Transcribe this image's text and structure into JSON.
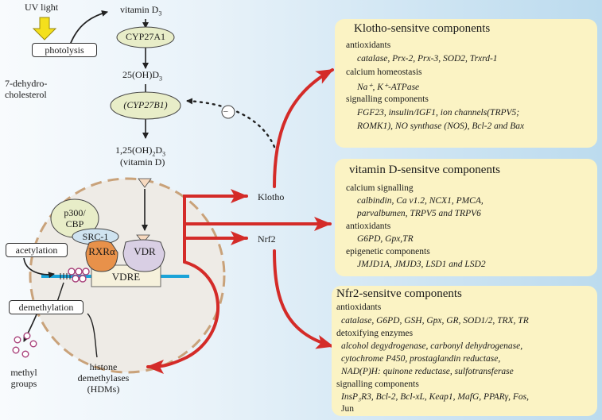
{
  "pathway": {
    "uv": "UV light",
    "photolysis": "photolysis",
    "precursor_1": "7-dehydro-",
    "precursor_2": "cholesterol",
    "vitd3": "vitamin D",
    "vitd3_sub": "3",
    "cyp27a1": "CYP27A1",
    "oh25_a": "25(OH)D",
    "oh25_sub": "3",
    "cyp27b1": "(CYP27B1)",
    "calcitriol_a": "1,25(OH)",
    "calcitriol_sub1": "2",
    "calcitriol_b": "D",
    "calcitriol_sub2": "3",
    "calcitriol_2": "(vitamin D)",
    "feedback": "–"
  },
  "nucleus": {
    "p300_1": "p300/",
    "p300_2": "CBP",
    "src1": "SRC-1",
    "rxra": "RXRα",
    "vdr": "VDR",
    "vdre": "VDRE",
    "acetylation": "acetylation",
    "demethylation": "demethylation",
    "methyl_1": "methyl",
    "methyl_2": "groups",
    "hdm_1": "histone",
    "hdm_2": "demethylases",
    "hdm_3": "(HDMs)"
  },
  "targets": {
    "klotho": "Klotho",
    "nrf2": "Nrf2"
  },
  "klotho_box": {
    "title": "Klotho-sensitve components",
    "lines": [
      "antioxidants",
      "catalase, Prx-2, Prx-3, SOD2, Trxrd-1",
      "calcium homeostasis",
      "Na⁺, K⁺-ATPase",
      "signalling components",
      "FGF23, insulin/IGF1, ion channels(TRPV5;",
      "ROMK1), NO synthase (NOS), Bcl-2 and Bax"
    ]
  },
  "vitd_box": {
    "title": "vitamin D-sensitve components",
    "lines": [
      "calcium signalling",
      "calbindin, Ca v1.2, NCX1, PMCA,",
      "parvalbumen, TRPV5 and TRPV6",
      "antioxidants",
      "G6PD, Gpx,TR",
      "epigenetic components",
      "JMJD1A, JMJD3, LSD1 and LSD2"
    ]
  },
  "nrf2_box": {
    "title": "Nfr2-sensitve components",
    "lines": [
      "antioxidants",
      "catalase, G6PD, GSH, Gpx, GR, SOD1/2, TRX, TR",
      "detoxifying enzymes",
      "alcohol degydrogenase, carbonyl dehydrogenase,",
      "cytochrome P450, prostaglandin reductase,",
      "NAD(P)H: quinone reductase, sulfotransferase",
      "signalling components",
      "InsP₃R3, Bcl-2, Bcl-xL, Keap1, MafG, PPARγ, Fos,",
      "Jun"
    ]
  },
  "colors": {
    "red_arrow": "#d42b28",
    "box_fill": "#fbf3c4",
    "oval_fill": "#e8edc8",
    "nucleus_fill": "#eeebe6",
    "nucleus_border": "#c9a27a",
    "rxr_fill": "#e8914a",
    "vdr_fill": "#d9cfe4",
    "src_fill": "#cfe3f0",
    "dna_blue": "#1aa3d8",
    "uv_yellow": "#f4e01c"
  }
}
